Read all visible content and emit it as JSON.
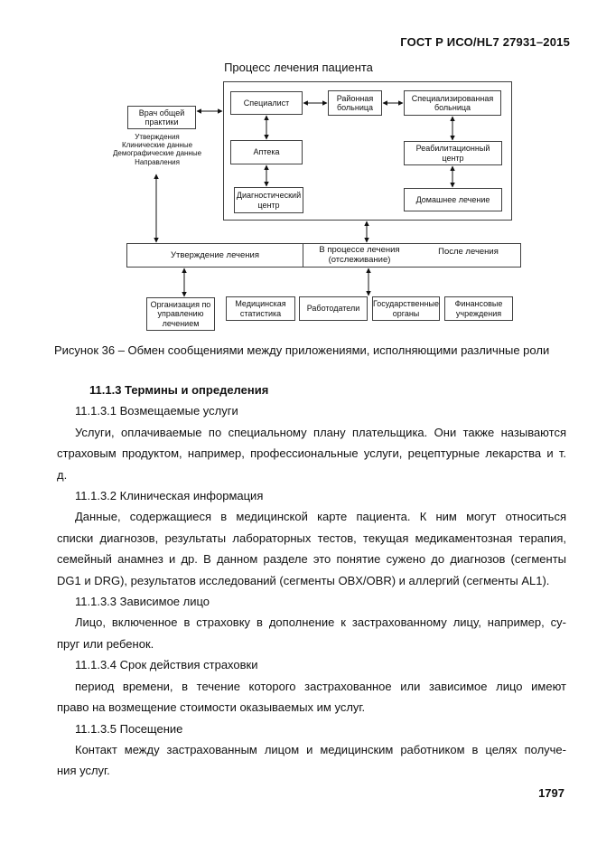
{
  "page": {
    "header": "ГОСТ Р ИСО/HL7 27931–2015",
    "page_number": "1797"
  },
  "figure": {
    "title": "Процесс лечения пациента",
    "caption": "Рисунок 36 – Обмен сообщениями между приложениями, исполняющими различные роли",
    "annotation_lines": [
      "Утверждения",
      "Клинические данные",
      "Демографические данные",
      "Направления"
    ],
    "nodes": {
      "vrach": "Врач общей\nпрактики",
      "specialist": "Специалист",
      "district_hospital": "Районная\nбольница",
      "specialized_hospital": "Специализированная\nбольница",
      "pharmacy": "Аптека",
      "diagnostic_center": "Диагностический\nцентр",
      "rehab_center": "Реабилитационный\nцентр",
      "home_care": "Домашнее лечение",
      "band_left": "Утверждение лечения",
      "band_mid": "В процессе лечения\n(отслеживание)",
      "band_right": "После лечения",
      "org_mgmt": "Организация по\nуправлению\nлечением",
      "med_stats": "Медицинская\nстатистика",
      "employers": "Работодатели",
      "gov_bodies": "Государственные\nорганы",
      "fin_inst": "Финансовые\nучреждения"
    }
  },
  "content": [
    {
      "type": "heading",
      "text": "11.1.3 Термины и определения"
    },
    {
      "type": "subheading",
      "text": "11.1.3.1 Возмещаемые услуги"
    },
    {
      "type": "paragraph",
      "lines": [
        "Услуги, оплачиваемые по специальному плану плательщика. Они также называются",
        "страховым продуктом, например, профессиональные услуги, рецептурные лекарства и т.",
        "д."
      ]
    },
    {
      "type": "subheading",
      "text": "11.1.3.2 Клиническая информация"
    },
    {
      "type": "paragraph",
      "lines": [
        "Данные, содержащиеся в медицинской карте пациента. К ним могут относиться",
        "списки диагнозов, результаты лабораторных тестов, текущая медикаментозная терапия,",
        "семейный анамнез и др. В данном разделе это понятие сужено до диагнозов (сегменты",
        "DG1 и DRG), результатов исследований (сегменты OBX/OBR) и аллергий (сегменты AL1)."
      ]
    },
    {
      "type": "subheading",
      "text": "11.1.3.3 Зависимое лицо"
    },
    {
      "type": "paragraph",
      "lines": [
        "Лицо, включенное в страховку в дополнение к застрахованному лицу, например, су-",
        "пруг или ребенок."
      ]
    },
    {
      "type": "subheading",
      "text": "11.1.3.4 Срок действия страховки"
    },
    {
      "type": "paragraph",
      "lines": [
        "период времени, в течение которого застрахованное или зависимое лицо имеют",
        "право на возмещение стоимости оказываемых им услуг."
      ]
    },
    {
      "type": "subheading",
      "text": "11.1.3.5 Посещение"
    },
    {
      "type": "paragraph",
      "lines": [
        "Контакт между застрахованным лицом и медицинским работником в целях получе-",
        "ния услуг."
      ]
    }
  ]
}
